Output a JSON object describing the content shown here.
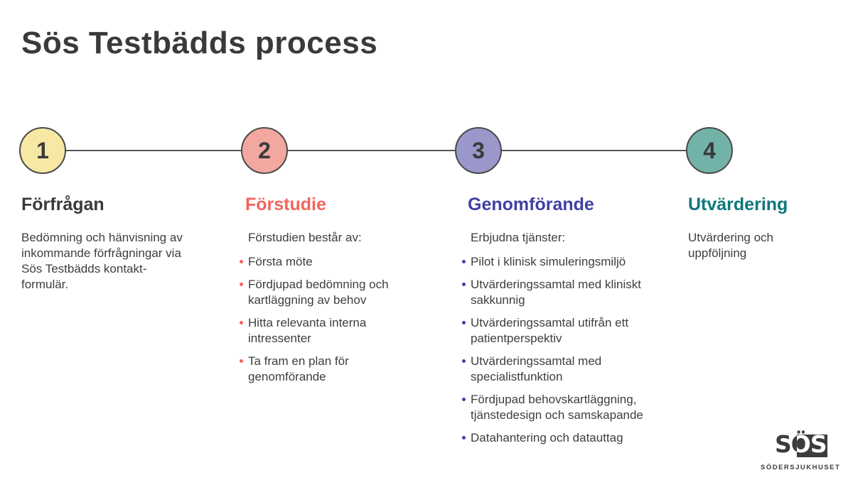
{
  "title": "Sös Testbädds process",
  "colors": {
    "background": "#FFFFFF",
    "dark_text": "#3A3A3A",
    "body_text": "#3E3E3E",
    "timeline_line": "#56535B",
    "circle_border": "#4A4A4A"
  },
  "steps": [
    {
      "number": "1",
      "heading": "Förfrågan",
      "accent": "#3A3A3A",
      "circle_color": "#F7E8A3",
      "body": "Bedömning och hänvisning av inkommande förfrågningar via Sös Testbädds kontakt-formulär.",
      "bullets": []
    },
    {
      "number": "2",
      "heading": "Förstudie",
      "accent": "#F2655C",
      "circle_color": "#F2A79F",
      "intro": "Förstudien består av:",
      "bullets": [
        "Första möte",
        "Fördjupad bedömning och kartläggning av behov",
        "Hitta relevanta interna intressenter",
        "Ta fram en plan för genomförande"
      ]
    },
    {
      "number": "3",
      "heading": "Genomförande",
      "accent": "#413FA4",
      "circle_color": "#9A98CB",
      "intro": "Erbjudna tjänster:",
      "bullets": [
        "Pilot i klinisk simuleringsmiljö",
        "Utvärderingssamtal med kliniskt sakkunnig",
        "Utvärderingssamtal utifrån ett patientperspektiv",
        "Utvärderingssamtal med specialistfunktion",
        "Fördjupad behovskartläggning, tjänstedesign och samskapande",
        "Datahantering och datauttag"
      ]
    },
    {
      "number": "4",
      "heading": "Utvärdering",
      "accent": "#0E787C",
      "circle_color": "#73B2A9",
      "body": "Utvärdering och uppföljning",
      "bullets": []
    }
  ],
  "logo": {
    "mark": "SÖS",
    "subtext": "SÖDERSJUKHUSET"
  }
}
